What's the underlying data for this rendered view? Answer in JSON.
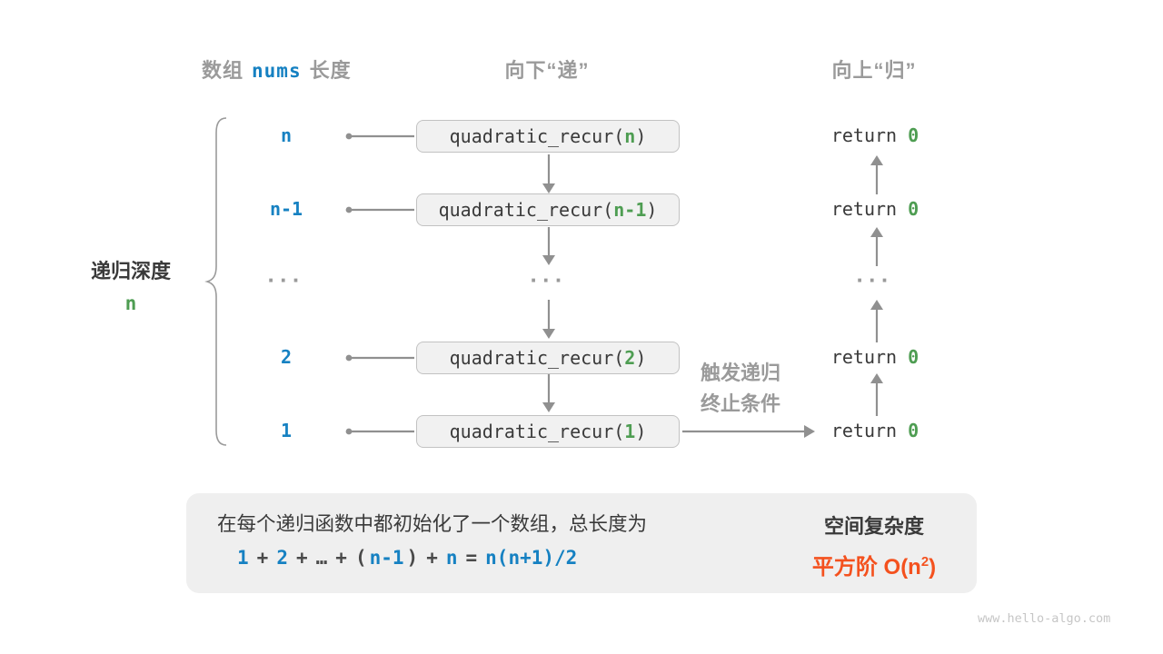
{
  "colors": {
    "blue": "#1681c2",
    "green": "#4e9d52",
    "orange": "#f4511e",
    "gray_label": "#9a9a9a",
    "dark": "#3a3a3a",
    "box_fill": "#f1f1f1",
    "box_border": "#c2c2c2",
    "arrow": "#909090",
    "summary_fill": "#efefef",
    "block_arrow": "#c8c8c8",
    "watermark": "#c6c6c6"
  },
  "headers": {
    "array_prefix": "数组",
    "array_code": "nums",
    "array_suffix": "长度",
    "descend": "向下“递”",
    "ascend": "向上“归”"
  },
  "depth": {
    "label": "递归深度",
    "value": "n"
  },
  "rows": [
    {
      "level": "n",
      "call_prefix": "quadratic_recur(",
      "call_arg": "n",
      "call_suffix": ")",
      "ret_keyword": "return ",
      "ret_value": "0"
    },
    {
      "level": "n-1",
      "call_prefix": "quadratic_recur(",
      "call_arg": "n-1",
      "call_suffix": ")",
      "ret_keyword": "return ",
      "ret_value": "0"
    },
    {
      "dots": "···"
    },
    {
      "level": "2",
      "call_prefix": "quadratic_recur(",
      "call_arg": "2",
      "call_suffix": ")",
      "ret_keyword": "return ",
      "ret_value": "0"
    },
    {
      "level": "1",
      "call_prefix": "quadratic_recur(",
      "call_arg": "1",
      "call_suffix": ")",
      "ret_keyword": "return ",
      "ret_value": "0"
    }
  ],
  "trigger_note": {
    "line1": "触发递归",
    "line2": "终止条件"
  },
  "summary": {
    "description": "在每个递归函数中都初始化了一个数组，总长度为",
    "formula_tokens": [
      {
        "text": "1",
        "color": "blue"
      },
      {
        "text": "+",
        "color": "dark"
      },
      {
        "text": "2",
        "color": "blue"
      },
      {
        "text": "+",
        "color": "dark"
      },
      {
        "text": "…",
        "color": "dark"
      },
      {
        "text": "+",
        "color": "dark"
      },
      {
        "text": "(",
        "color": "dark"
      },
      {
        "text": "n-1",
        "color": "blue"
      },
      {
        "text": ")",
        "color": "dark"
      },
      {
        "text": "+",
        "color": "dark"
      },
      {
        "text": "n",
        "color": "blue"
      },
      {
        "text": "=",
        "color": "dark"
      },
      {
        "text": "n(n+1)/2",
        "color": "blue"
      }
    ],
    "result_title": "空间复杂度",
    "result_prefix": "平方阶 O(n",
    "result_sup": "2",
    "result_suffix": ")"
  },
  "watermark": "www.hello-algo.com"
}
